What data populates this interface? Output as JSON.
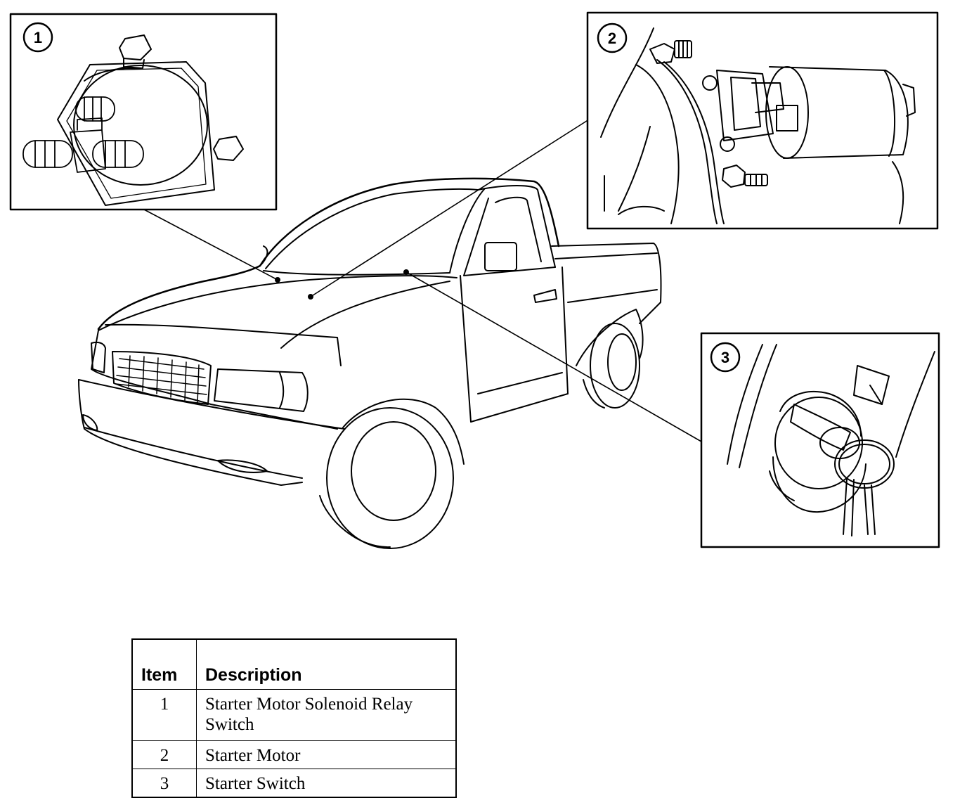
{
  "callouts": [
    {
      "number": "1"
    },
    {
      "number": "2"
    },
    {
      "number": "3"
    }
  ],
  "legend": {
    "headers": {
      "item": "Item",
      "description": "Description"
    },
    "rows": [
      {
        "item": "1",
        "description": "Starter Motor Solenoid Relay Switch"
      },
      {
        "item": "2",
        "description": "Starter Motor"
      },
      {
        "item": "3",
        "description": "Starter Switch"
      }
    ]
  }
}
